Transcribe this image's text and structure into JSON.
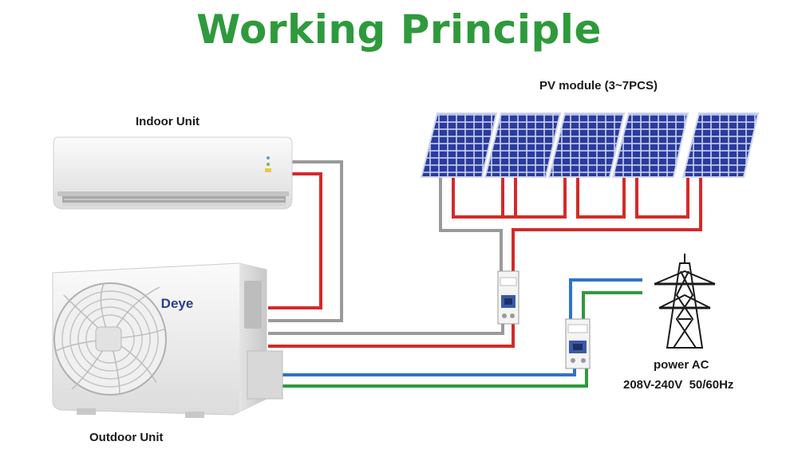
{
  "title": "Working Principle",
  "labels": {
    "indoor_unit": "Indoor Unit",
    "outdoor_unit": "Outdoor Unit",
    "pv_module": "PV module (3~7PCS)",
    "power_ac": "power AC",
    "voltage": "208V-240V  50/60Hz",
    "brand": "Deye"
  },
  "colors": {
    "title": "#2e9a3c",
    "dc_positive": "#d42a2a",
    "dc_negative": "#9a9a9a",
    "ac_line": "#2f74c8",
    "ac_neutral": "#2f9a3c",
    "panel": "#2a3a9a"
  },
  "pv_panel_count": 5
}
